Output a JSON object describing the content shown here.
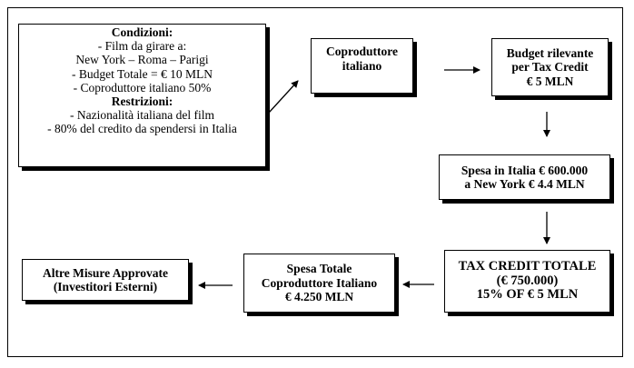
{
  "conditions_box": {
    "lines": [
      "Condizioni:",
      "- Film da girare a:",
      "New York – Roma – Parigi",
      "- Budget Totale = € 10 MLN",
      "- Coproduttore italiano 50%",
      "Restrizioni:",
      "- Nazionalità italiana del film",
      "- 80% del credito da spendersi in Italia"
    ]
  },
  "coproducer_box": {
    "lines": [
      "Coproduttore",
      "italiano"
    ]
  },
  "budget_box": {
    "lines": [
      "Budget rilevante",
      "per Tax Credit",
      "€ 5 MLN"
    ]
  },
  "spending_box": {
    "lines": [
      "Spesa in Italia € 600.000",
      "a New York € 4.4 MLN"
    ]
  },
  "tax_credit_box": {
    "lines": [
      "TAX CREDIT TOTALE",
      "(€ 750.000)",
      "15% OF € 5 MLN"
    ]
  },
  "total_spending_box": {
    "lines": [
      "Spesa Totale",
      "Coproduttore Italiano",
      "€ 4.250 MLN"
    ]
  },
  "other_measures_box": {
    "lines": [
      "Altre Misure Approvate",
      "(Investitori Esterni)"
    ]
  }
}
